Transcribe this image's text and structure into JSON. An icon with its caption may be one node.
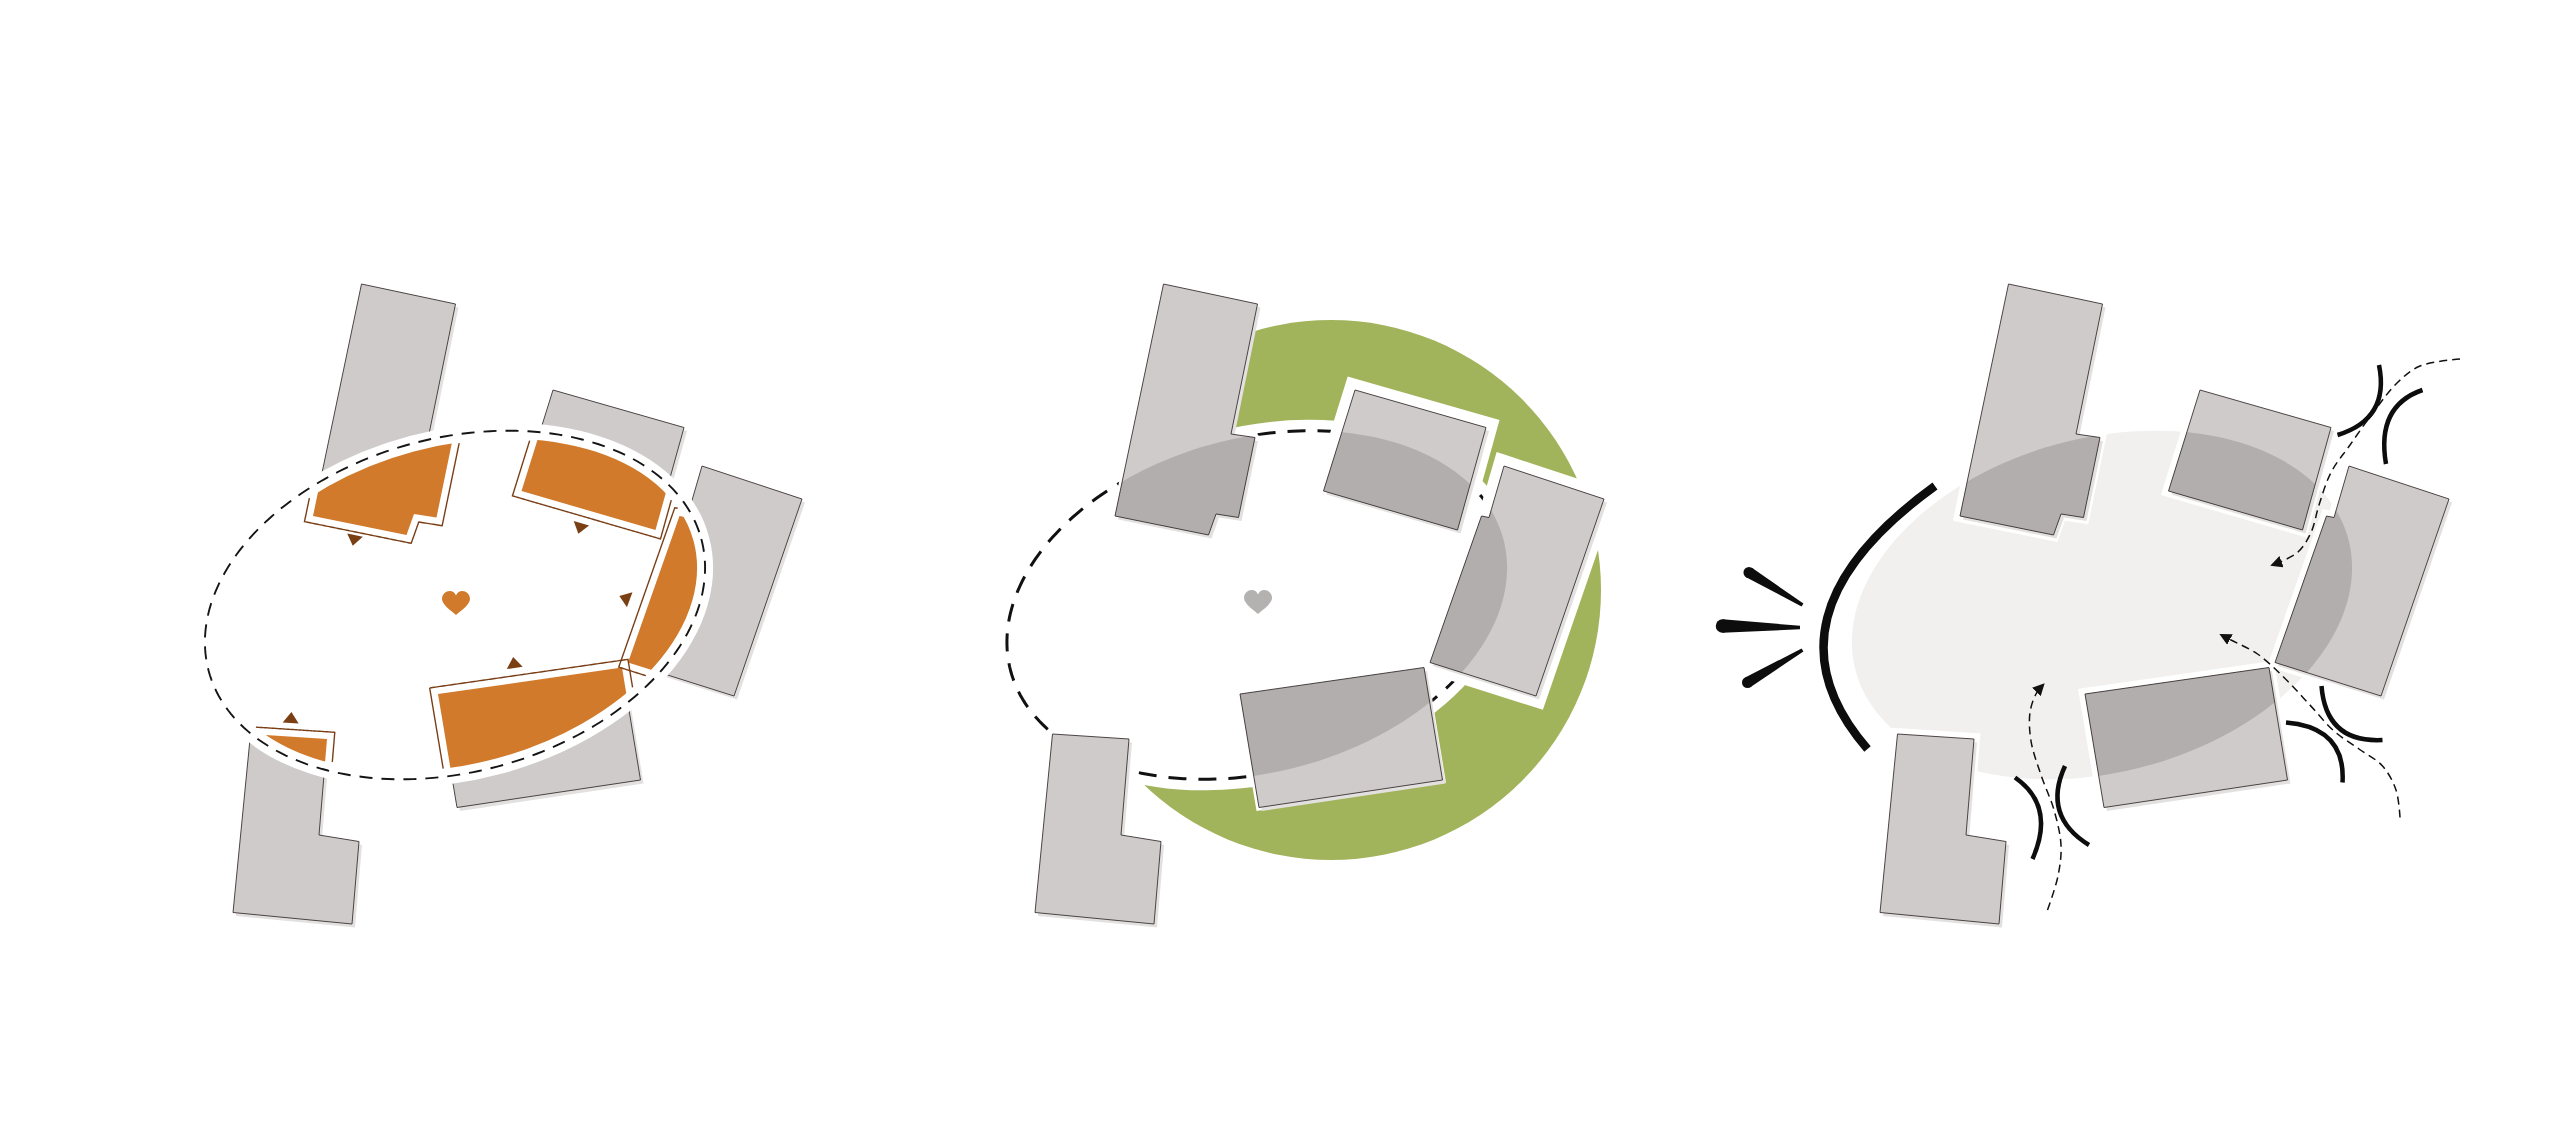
{
  "diagram": {
    "nodes": [
      {
        "text": [],
        "shape": "ellipse"
      },
      {
        "text": [],
        "shape": "ellipse"
      },
      {
        "text": [],
        "shape": "ellipse"
      }
    ],
    "edges": [
      {
        "from": null,
        "to": 2,
        "arrow": "to",
        "style": "dashed"
      },
      {
        "from": null,
        "to": 2,
        "arrow": "to",
        "style": "dashed"
      },
      {
        "from": null,
        "to": 2,
        "arrow": "to",
        "style": "dashed"
      }
    ]
  }
}
